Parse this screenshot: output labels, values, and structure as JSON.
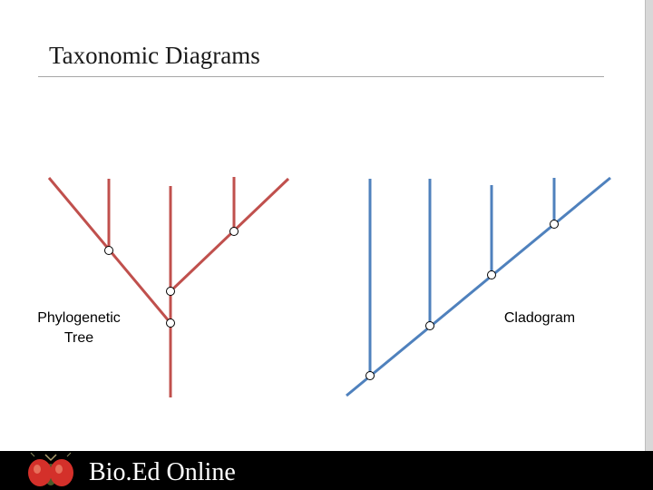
{
  "slide": {
    "title": "Taxonomic Diagrams"
  },
  "diagrams": {
    "phylogenetic_label": "Phylogenetic Tree",
    "cladogram_label": "Cladogram",
    "phylogenetic_color": "#c0504d",
    "cladogram_color": "#4f81bd"
  },
  "footer": {
    "brand": "Bio.Ed Online",
    "logo_icon": "fly-head-icon"
  }
}
